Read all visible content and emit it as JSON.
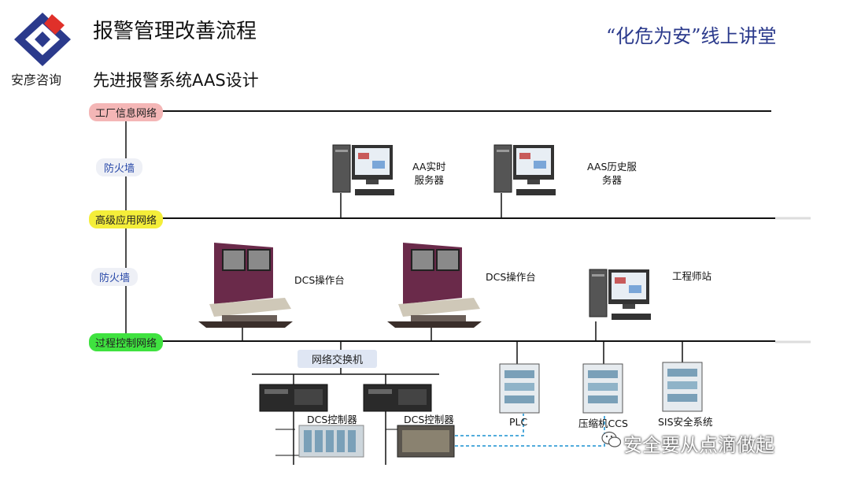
{
  "header": {
    "title": "报警管理改善流程",
    "subtitle": "先进报警系统AAS设计",
    "tagline": "“化危为安”线上讲堂",
    "logo_text": "安彦咨询"
  },
  "networks": {
    "plant_info": "工厂信息网络",
    "firewall_1": "防火墙",
    "advanced_app": "高级应用网络",
    "firewall_2": "防火墙",
    "process_control": "过程控制网络",
    "switch": "网络交换机"
  },
  "nodes": {
    "aa_server": "AA实时\n服务器",
    "aas_history": "AAS历史服\n务器",
    "dcs_console_1": "DCS操作台",
    "dcs_console_2": "DCS操作台",
    "engineer_station": "工程师站",
    "dcs_controller_1": "DCS控制器",
    "dcs_controller_2": "DCS控制器",
    "plc": "PLC",
    "compressor_ccs": "压缩机CCS",
    "sis": "SIS安全系统"
  },
  "watermark": "安全要从点滴做起",
  "colors": {
    "plant_info": "#f4b6b6",
    "advanced_app": "#f4ee3a",
    "process_control": "#3fe23f",
    "switch": "#dfe6f3",
    "tagline": "#2b3a8c",
    "dash": "#3aa0d8"
  }
}
